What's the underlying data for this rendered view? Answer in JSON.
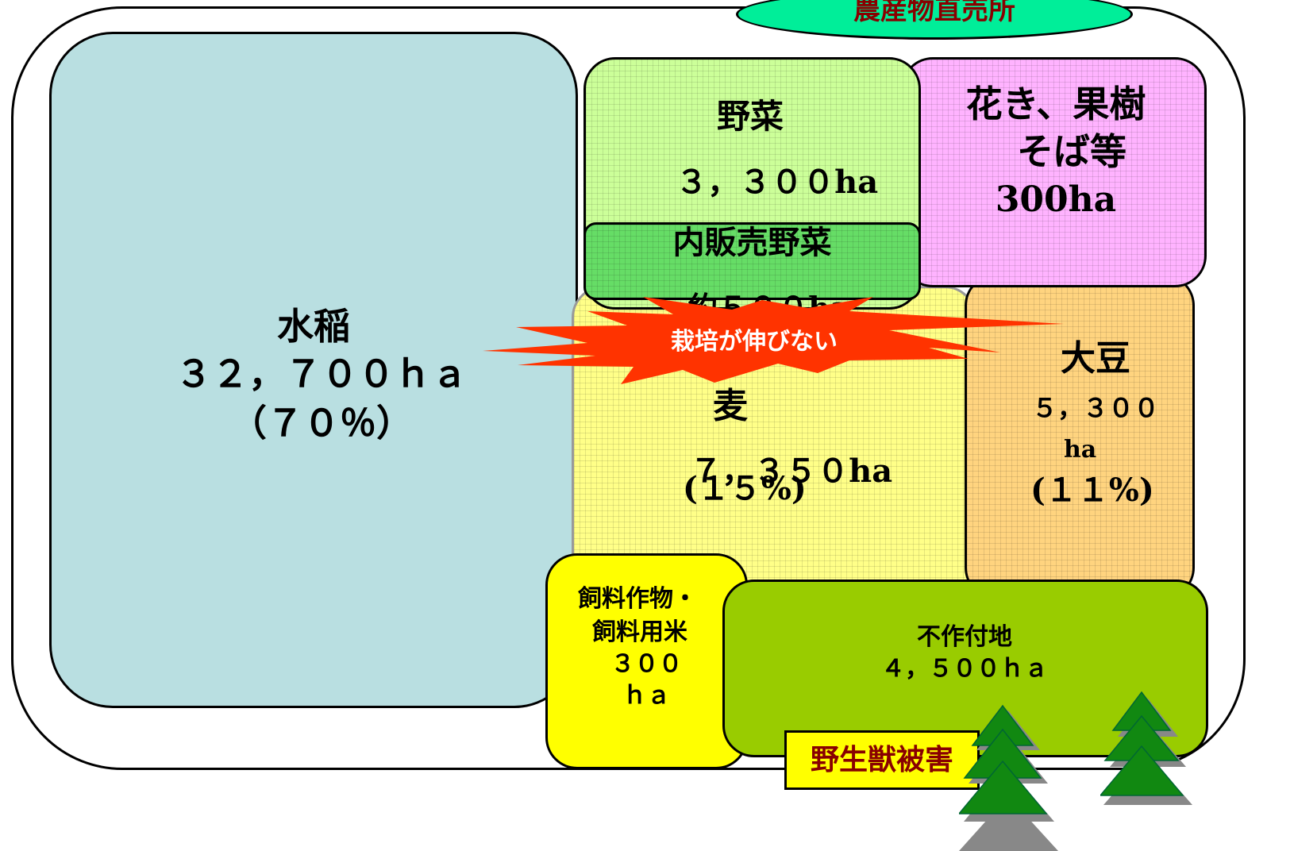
{
  "direct_sales": "農産物直売所",
  "rice": {
    "name": "水稲",
    "area": "３２，７００ｈａ",
    "share": "（７０％）"
  },
  "vegetables": {
    "name": "野菜",
    "area_num": "３，３００",
    "area_unit": "ha"
  },
  "vegetables_sold": {
    "line1": "内販売野菜",
    "line2_num": "約５００",
    "line2_unit": "ha"
  },
  "flowers": {
    "line1": "花き、果樹",
    "line2": "そば等",
    "area": "300ha"
  },
  "warning": "栽培が伸びない",
  "wheat": {
    "name": "麦",
    "area_num": "７，３５０",
    "area_unit": "ha",
    "share": "(１５%)"
  },
  "soy": {
    "name": "大豆",
    "area_num": "５，３００",
    "area_unit": "ha",
    "share": "(１１%)"
  },
  "feed": {
    "line1": "飼料作物・",
    "line2": "飼料用米",
    "line3": "３００",
    "line4": "ｈａ"
  },
  "fallow": {
    "name": "不作付地",
    "area": "４，５００ｈａ"
  },
  "wildlife": "野生獣被害",
  "colors": {
    "rice": "#b9dfe1",
    "vegetables": "#ccff99",
    "vegetables_sold": "#66dd66",
    "flowers": "#ffb3ff",
    "wheat": "#ffff88",
    "soy": "#ffd47f",
    "feed": "#ffff00",
    "fallow": "#99cc00",
    "direct_sales": "#00ee99",
    "burst": "#ff3300",
    "warning_text": "#880000",
    "tree": "#118811"
  }
}
